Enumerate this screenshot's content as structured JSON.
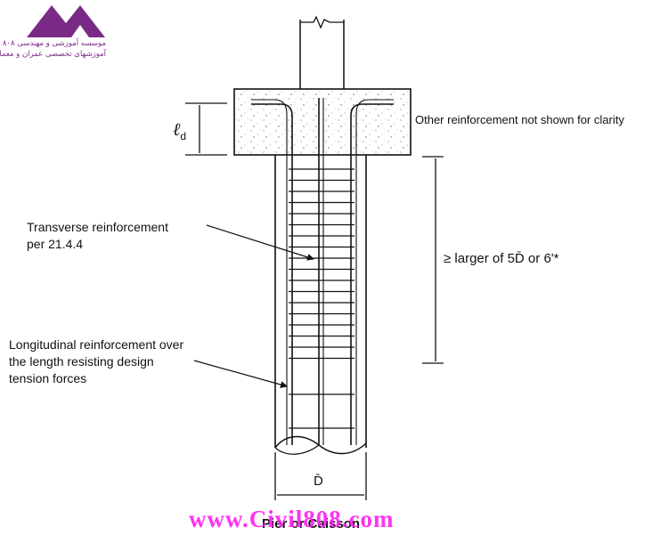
{
  "logo": {
    "line1": "موسسه آموزشی و مهندسی ۸۰۸",
    "line2": "آموزشهای تخصصی عمران و معماری",
    "brand_color": "#7a2a86"
  },
  "labels": {
    "other_reinforcement": "Other reinforcement not shown for clarity",
    "transverse_line1": "Transverse reinforcement",
    "transverse_line2": "per 21.4.4",
    "longitudinal_line1": "Longitudinal reinforcement over",
    "longitudinal_line2": "the length resisting design",
    "longitudinal_line3": "tension forces",
    "length_requirement": "≥ larger of 5D̄ or 6'*",
    "development_length": "ℓ",
    "development_length_sub": "d",
    "diameter": "D̄",
    "caption": "Pier or Caisson"
  },
  "watermark": {
    "text": "www.Civil808.com",
    "color": "#ff1cf0"
  }
}
